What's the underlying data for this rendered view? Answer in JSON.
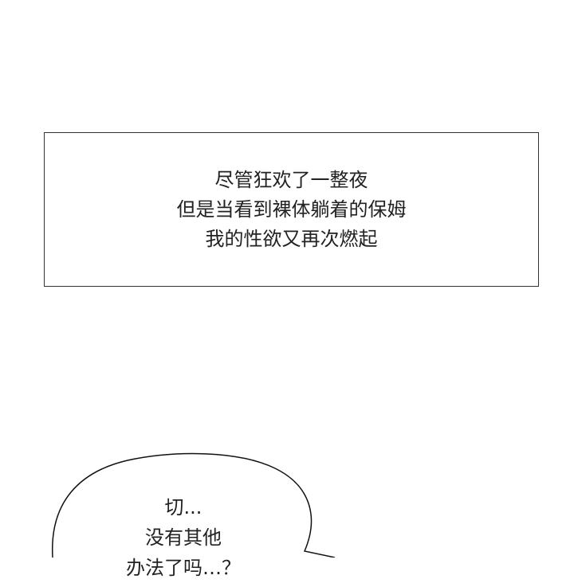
{
  "caption": {
    "lines": [
      "尽管狂欢了一整夜",
      "但是当看到裸体躺着的保姆",
      "我的性欲又再次燃起"
    ]
  },
  "speech_bubble": {
    "lines": [
      "切...",
      "没有其他",
      "办法了吗…？"
    ]
  }
}
